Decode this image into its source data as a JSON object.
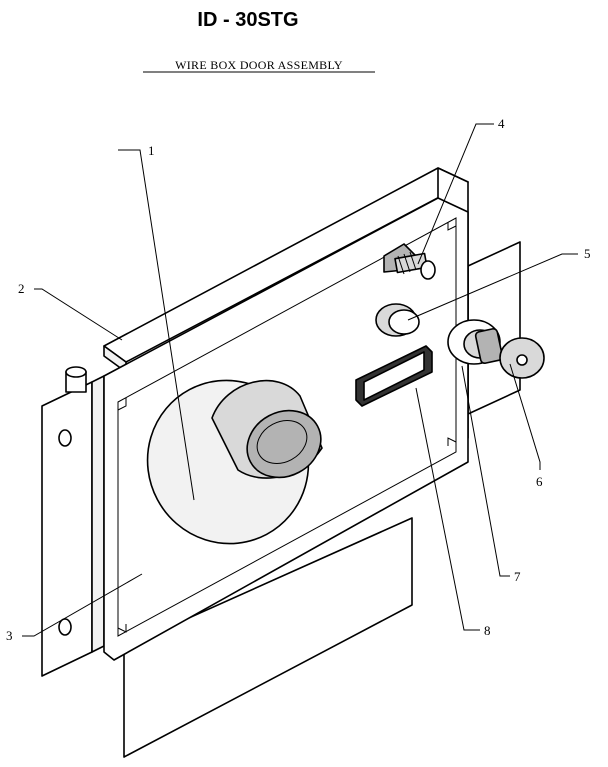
{
  "title": "ID - 30STG",
  "subtitle": "WIRE BOX DOOR ASSEMBLY",
  "callouts": [
    {
      "number": "1",
      "part": "knob"
    },
    {
      "number": "2",
      "part": "frame-flange"
    },
    {
      "number": "3",
      "part": "door-panel"
    },
    {
      "number": "4",
      "part": "bolt"
    },
    {
      "number": "5",
      "part": "button"
    },
    {
      "number": "6",
      "part": "key"
    },
    {
      "number": "7",
      "part": "lock-cylinder"
    },
    {
      "number": "8",
      "part": "label-window"
    }
  ]
}
